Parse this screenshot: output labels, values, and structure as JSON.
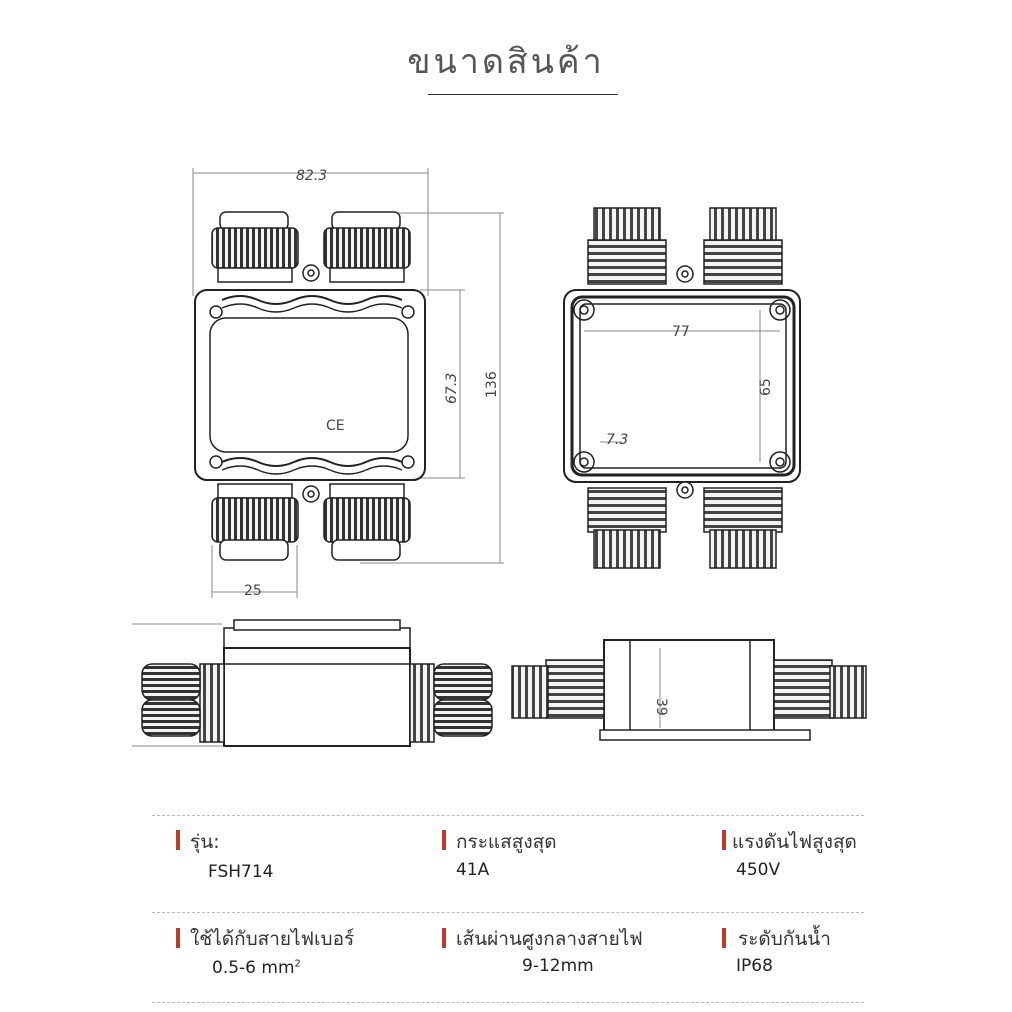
{
  "title": "ขนาดสินค้า",
  "dimensions": {
    "width_overall": "82.3",
    "height_overall": "136",
    "body_height": "67.3",
    "gland_width": "25",
    "inner_width": "77",
    "inner_height": "65",
    "hole_offset": "7.3",
    "side_height": "39"
  },
  "ce_mark": "CE",
  "specs": {
    "model": {
      "label": "รุ่น:",
      "value": "FSH714"
    },
    "max_current": {
      "label": "กระแสสูงสุด",
      "value": "41A"
    },
    "max_voltage": {
      "label": "แรงดันไฟสูงสุด",
      "value": "450V"
    },
    "wire_size": {
      "label": "ใช้ได้กับสายไฟเบอร์",
      "value": "0.5-6 mm",
      "value_sup": "2"
    },
    "cable_diameter": {
      "label": "เส้นผ่านศูงกลางสายไฟ",
      "value": "9-12mm"
    },
    "ip_rating": {
      "label": "ระดับกันน้ำ",
      "value": "IP68"
    }
  },
  "colors": {
    "accent_bar": "#c0392b",
    "line": "#222222"
  }
}
